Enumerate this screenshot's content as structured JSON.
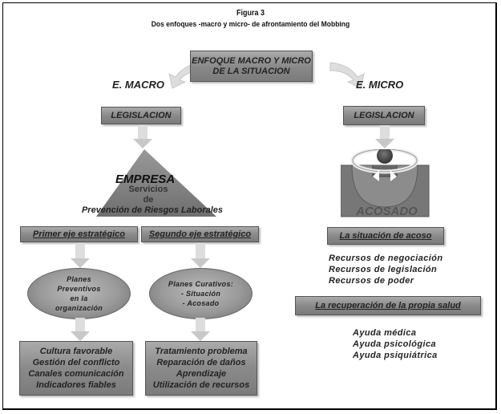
{
  "figure": {
    "label": "Figura 3",
    "title": "Dos enfoques -macro y micro- de afrontamiento del Mobbing"
  },
  "top_box": {
    "line1": "ENFOQUE MACRO Y MICRO",
    "line2": "DE LA SITUACION"
  },
  "macro": {
    "heading": "E. MACRO",
    "legislation": "LEGISLACION",
    "empresa": {
      "title": "EMPRESA",
      "line1": "Servicios",
      "line2": "de",
      "line3": "Prevención de Riesgos Laborales"
    },
    "axes": [
      {
        "label": "Primer eje estratégico",
        "plan_lines": [
          "Planes",
          "Preventivos",
          "en  la",
          "organización"
        ],
        "outcomes": [
          "Cultura favorable",
          "Gestión del conflicto",
          "Canales comunicación",
          "Indicadores fiables"
        ]
      },
      {
        "label": "Segundo eje estratégico",
        "plan_lines": [
          "Planes Curativos:",
          "- Situación",
          "- Acosado"
        ],
        "outcomes": [
          "Tratamiento problema",
          "Reparación de daños",
          "Aprendizaje",
          "Utilización de recursos"
        ]
      }
    ]
  },
  "micro": {
    "heading": "E. MICRO",
    "legislation": "LEGISLACION",
    "target_label": "ACOSADO",
    "situation_label": "La situación de acoso",
    "resources": [
      "Recursos de negociación",
      "Recursos de legislación",
      "Recursos de poder"
    ],
    "recovery_label": "La recuperación de la propia salud",
    "help": [
      "Ayuda médica",
      "Ayuda psicológica",
      "Ayuda psiquiátrica"
    ]
  }
}
